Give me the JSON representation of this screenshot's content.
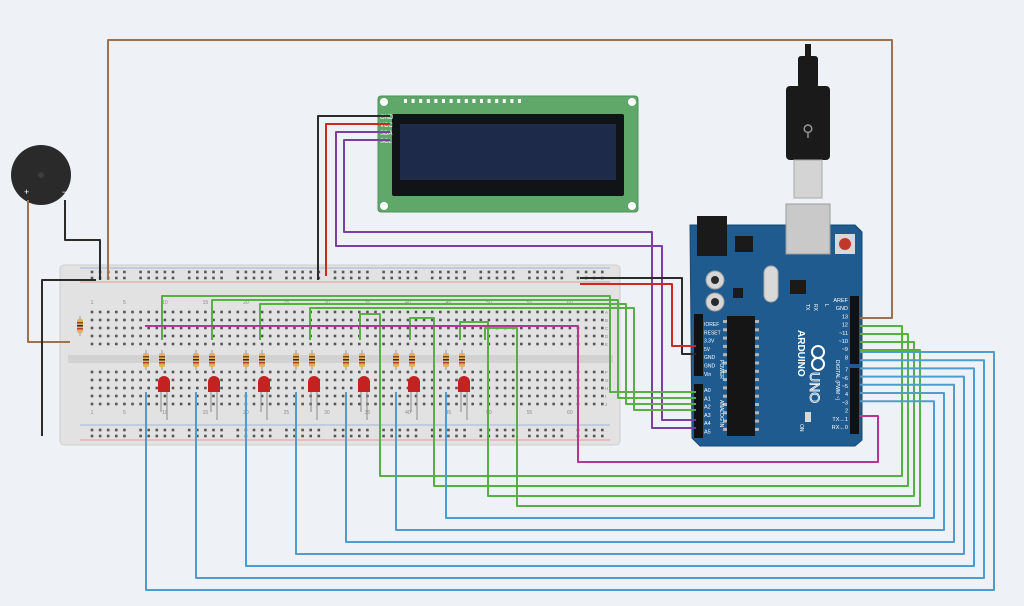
{
  "lcd": {
    "pins": [
      "GND",
      "VCC",
      "SDA",
      "SCL"
    ]
  },
  "buzzer": {
    "plus": "+",
    "minus": "−"
  },
  "arduino": {
    "brand": "ARDUINO",
    "model": "UNO",
    "power_header": [
      "IOREF",
      "RESET",
      "3.3V",
      "5V",
      "GND",
      "GND",
      "Vin"
    ],
    "power_title": "POWER",
    "analog_header": [
      "A0",
      "A1",
      "A2",
      "A3",
      "A4",
      "A5"
    ],
    "analog_title": "ANALOG IN",
    "digital_header": [
      "AREF",
      "GND",
      "13",
      "12",
      "~11",
      "~10",
      "~9",
      "8",
      "7",
      "~6",
      "~5",
      "4",
      "~3",
      "2",
      "TX→1",
      "RX←0"
    ],
    "digital_title": "DIGITAL (PWM ~)",
    "led_labels": [
      "TX",
      "RX",
      "L",
      "ON"
    ]
  },
  "breadboard": {
    "column_numbers": [
      "1",
      "5",
      "10",
      "15",
      "20",
      "25",
      "30",
      "35",
      "40",
      "45",
      "50",
      "55",
      "60"
    ],
    "row_letters_top": [
      "A",
      "B",
      "C",
      "D",
      "E"
    ],
    "row_letters_bottom": [
      "F",
      "G",
      "H",
      "I",
      "J"
    ]
  },
  "colors": {
    "arduino_board": "#1f5b8f",
    "lcd_pcb": "#5fa86a",
    "lcd_screen": "#1d2a4a",
    "wire_brown": "#9b7350",
    "wire_black": "#2b2b2b",
    "wire_red": "#cc2a20",
    "wire_purple": "#7b3fa0",
    "wire_green": "#55b144",
    "wire_blue": "#4f9ccf",
    "wire_magenta": "#b33692",
    "led_red": "#c42121"
  },
  "icons": [
    "usb-plug-icon",
    "buzzer-icon",
    "led-icon",
    "resistor-icon",
    "reset-button-icon"
  ]
}
